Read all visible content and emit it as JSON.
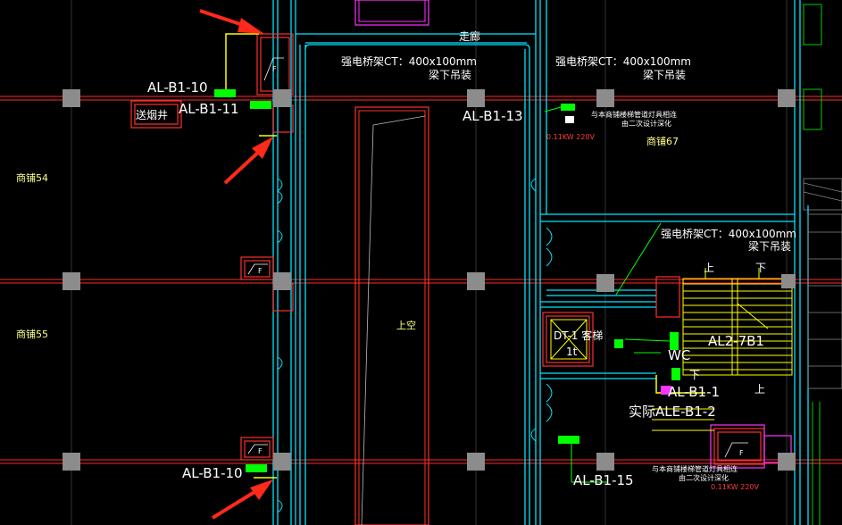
{
  "labels": {
    "corridor": "走廊",
    "tray_left": "强电桥架CT：400x100mm",
    "tray_left_note": "梁下吊装",
    "tray_right": "强电桥架CT：400x100mm",
    "tray_right_note": "梁下吊装",
    "tray_mid": "强电桥架CT：400x100mm",
    "tray_mid_note": "梁下吊装",
    "panel_b1_10_top": "AL-B1-10",
    "panel_b1_11": "AL-B1-11",
    "panel_b1_13": "AL-B1-13",
    "panel_b1_10_bottom": "AL-B1-10",
    "panel_b1_15": "AL-B1-15",
    "panel_b1_1": "AL-B1-1",
    "panel_actual": "实际ALE-B1-2",
    "panel_al2": "AL2-7B1",
    "smoke_shaft": "送烟井",
    "shop54": "商铺54",
    "shop55": "商铺55",
    "shop67": "商铺67",
    "void": "上空",
    "wc": "WC",
    "stair_up1": "上",
    "stair_down": "下",
    "stair_up2": "上",
    "stair_down2": "下",
    "note_top": "与本商铺楼梯管道灯具相连",
    "note_top2": "由二次设计深化",
    "power_top": "0.11KW  220V",
    "note_bottom": "与本商铺楼梯管道灯具相连",
    "note_bottom2": "由二次设计深化",
    "power_bottom": "0.11KW  220V",
    "elevator": "DT-1 客梯",
    "elevator_cap": "1t",
    "fire_door": "F"
  },
  "colors": {
    "wall_cyan": "#00e5ff",
    "wall_red": "#ff3030",
    "wall_magenta": "#ff33ff",
    "grid_red": "#ff2a2a",
    "column": "#8c8c8c",
    "annot_white": "#ffffff",
    "annot_green": "#00ff00",
    "annot_yellow": "#ffff00",
    "arrow_red": "#ff2a1a"
  }
}
